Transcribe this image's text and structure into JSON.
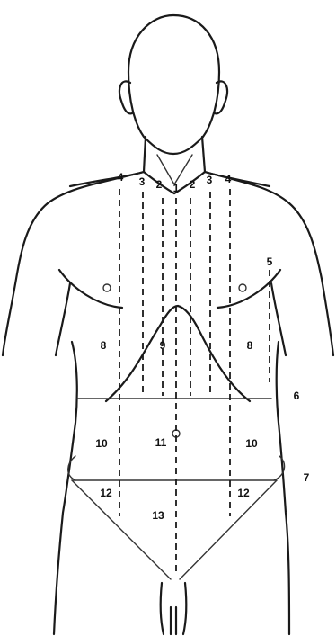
{
  "diagram": {
    "labels": {
      "l1": "1",
      "l2_left": "2",
      "l2_right": "2",
      "l3_left": "3",
      "l3_right": "3",
      "l4_left": "4",
      "l4_right": "4",
      "l5": "5",
      "l6": "6",
      "l7": "7",
      "l8_left": "8",
      "l8_right": "8",
      "l9": "9",
      "l10_left": "10",
      "l10_right": "10",
      "l11": "11",
      "l12_left": "12",
      "l12_right": "12",
      "l13": "13"
    }
  }
}
